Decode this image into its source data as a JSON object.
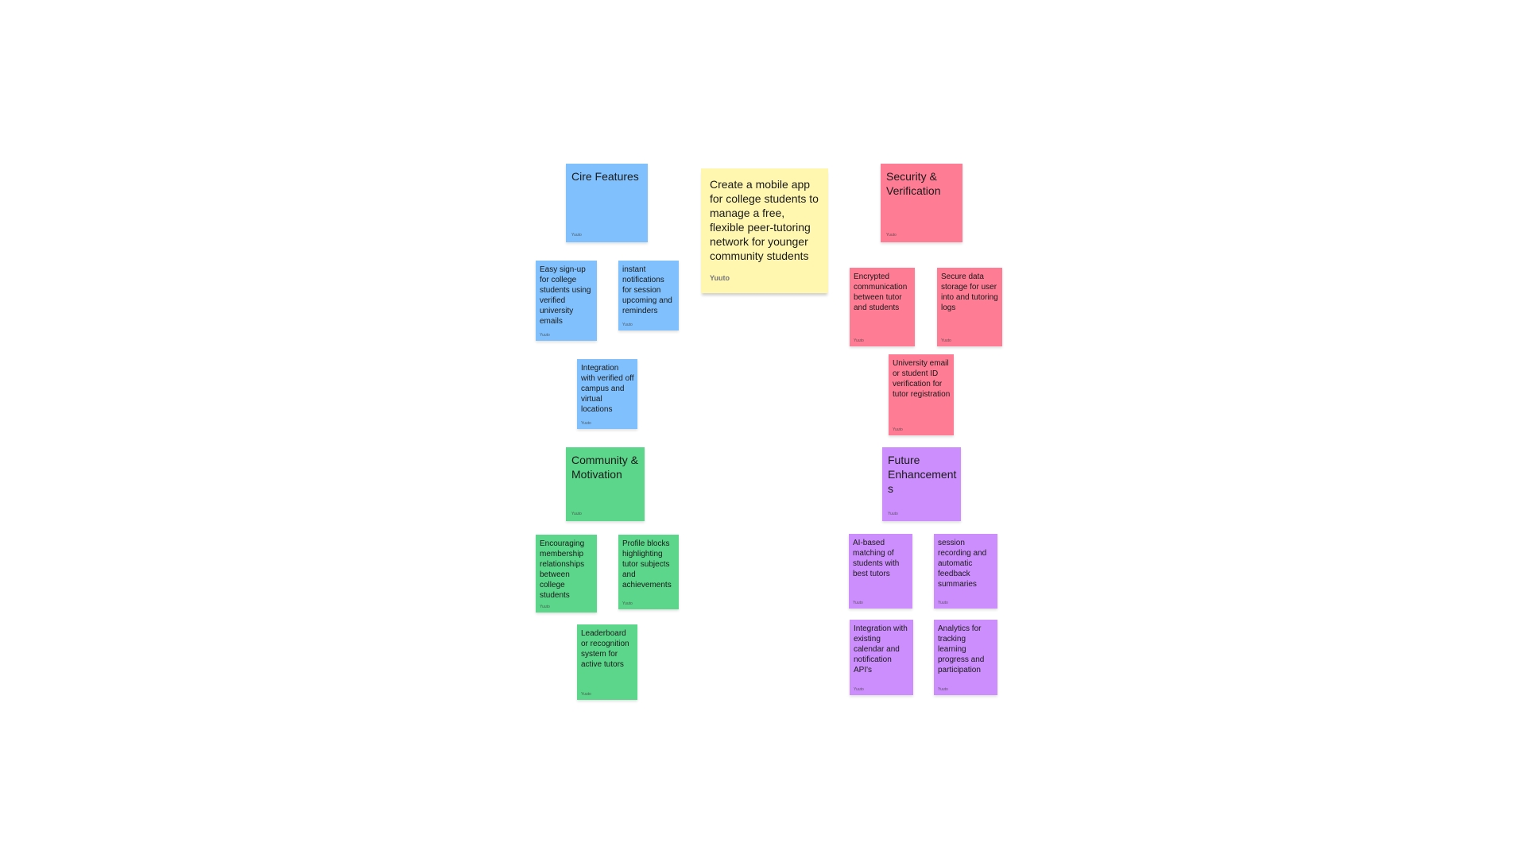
{
  "colors": {
    "background": "#ffffff",
    "yellow": "#fff6b0",
    "blue": "#80c0fc",
    "pink": "#fe7c94",
    "green": "#5cd68a",
    "purple": "#cc8efc"
  },
  "notes": {
    "main": {
      "text": "Create a mobile app for college students to manage a free, flexible peer-tutoring network for younger community students",
      "author": "Yuuto"
    },
    "core_features": {
      "text": "Cire Features",
      "author": "Yuuto"
    },
    "easy_signup": {
      "text": "Easy sign-up for college students using verified university emails",
      "author": "Yuuto"
    },
    "instant_notifications": {
      "text": "instant notifications for session upcoming and reminders",
      "author": "Yuuto"
    },
    "integration_locations": {
      "text": "Integration with verified off campus and virtual locations",
      "author": "Yuuto"
    },
    "security": {
      "text": "Security & Verification",
      "author": "Yuuto"
    },
    "encrypted_communication": {
      "text": "Encrypted communication between tutor and students",
      "author": "Yuuto"
    },
    "secure_storage": {
      "text": "Secure data storage for user into and tutoring logs",
      "author": "Yuuto"
    },
    "id_verification": {
      "text": "University email or student ID verification for tutor registration",
      "author": "Yuuto"
    },
    "community": {
      "text": "Community & Motivation",
      "author": "Yuuto"
    },
    "membership": {
      "text": "Encouraging membership relationships between college students",
      "author": "Yuuto"
    },
    "profile_blocks": {
      "text": "Profile blocks highlighting tutor subjects and achievements",
      "author": "Yuuto"
    },
    "leaderboard": {
      "text": "Leaderboard or recognition system for active tutors",
      "author": "Yuuto"
    },
    "future": {
      "text": "Future Enhancements",
      "author": "Yuuto"
    },
    "ai_matching": {
      "text": "AI-based matching of students with best tutors",
      "author": "Yuuto"
    },
    "session_recording": {
      "text": "session recording and automatic feedback summaries",
      "author": "Yuuto"
    },
    "calendar_integration": {
      "text": "Integration with existing calendar and notification API's",
      "author": "Yuuto"
    },
    "analytics": {
      "text": "Analytics for tracking learning progress and participation",
      "author": "Yuuto"
    }
  }
}
